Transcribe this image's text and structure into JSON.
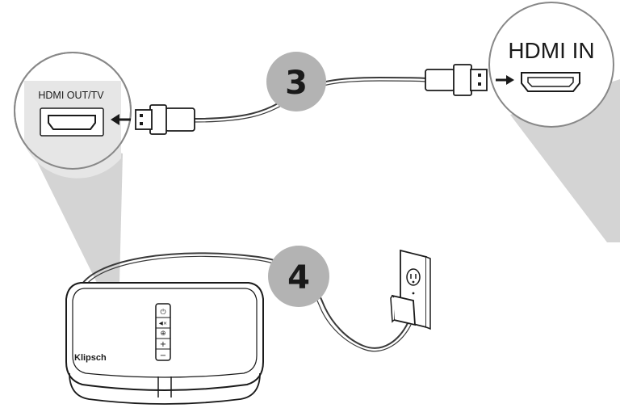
{
  "ports": {
    "left_label": "HDMI OUT/TV",
    "right_label": "HDMI IN"
  },
  "steps": {
    "step_3": "3",
    "step_4": "4"
  },
  "device": {
    "brand": "Klipsch",
    "buttons": [
      "⏻",
      "◀×",
      "⊕",
      "+",
      "−"
    ]
  },
  "icons": {
    "hdmi_plug": "hdmi-plug-icon",
    "arrow": "arrow-left-icon",
    "outlet": "wall-outlet-icon",
    "power_plug": "power-plug-icon"
  },
  "colors": {
    "ink": "#1a1a1a",
    "callout_fill": "#d4d4d4",
    "step_fill": "#b3b3b3",
    "cable": "#3a3a3a"
  }
}
